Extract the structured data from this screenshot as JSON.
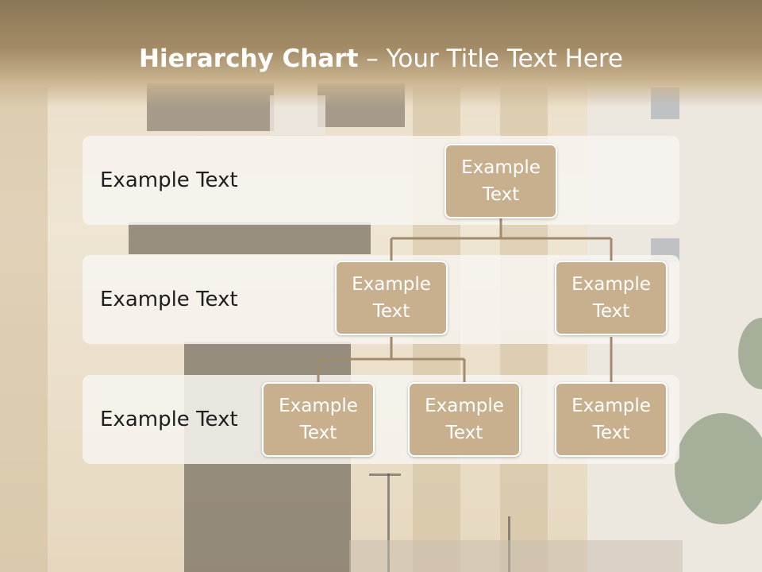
{
  "slide": {
    "title_bold": "Hierarchy Chart",
    "title_rest": " – Your Title Text Here"
  },
  "rows": [
    {
      "label": "Example Text"
    },
    {
      "label": "Example Text"
    },
    {
      "label": "Example Text"
    }
  ],
  "nodes": {
    "root": "Example\nText",
    "level2_left": "Example\nText",
    "level2_right": "Example\nText",
    "level3_a": "Example\nText",
    "level3_b": "Example\nText",
    "level3_c": "Example\nText"
  },
  "colors": {
    "node_fill": "#c8b08e",
    "connector": "#a08c6c",
    "header": "#8a7656"
  }
}
